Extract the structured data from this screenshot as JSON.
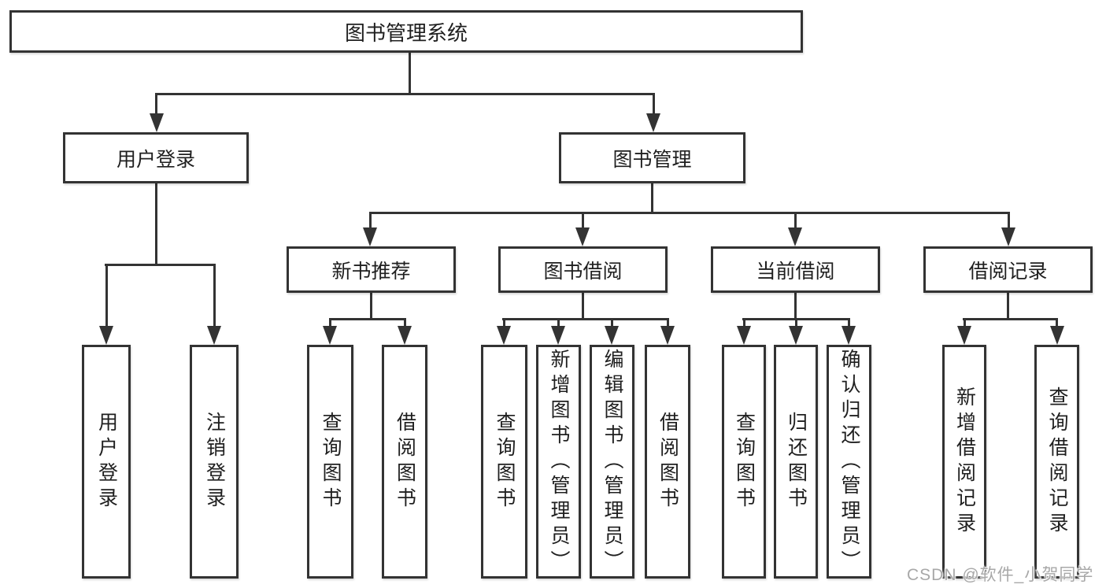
{
  "diagram": {
    "root": {
      "label": "图书管理系统"
    },
    "level2": {
      "user_login": {
        "label": "用户登录"
      },
      "book_mgmt": {
        "label": "图书管理"
      }
    },
    "level3": {
      "new_books": {
        "label": "新书推荐"
      },
      "book_borrow": {
        "label": "图书借阅"
      },
      "current_borrow": {
        "label": "当前借阅"
      },
      "borrow_records": {
        "label": "借阅记录"
      }
    },
    "leaves": {
      "user": [
        "用户登录",
        "注销登录"
      ],
      "new_books": [
        "查询图书",
        "借阅图书"
      ],
      "book_borrow": [
        "查询图书",
        "新增图书（管理员）",
        "编辑图书（管理员）",
        "借阅图书"
      ],
      "current_borrow": [
        "查询图书",
        "归还图书",
        "确认归还（管理员）"
      ],
      "borrow_records": [
        "新增借阅记录",
        "查询借阅记录"
      ]
    }
  },
  "watermark": {
    "text": "CSDN @软件_小贺同学"
  },
  "colors": {
    "line": "#333333",
    "text": "#1f1f1f",
    "background": "#ffffff",
    "watermark": "#a8a8a8"
  }
}
